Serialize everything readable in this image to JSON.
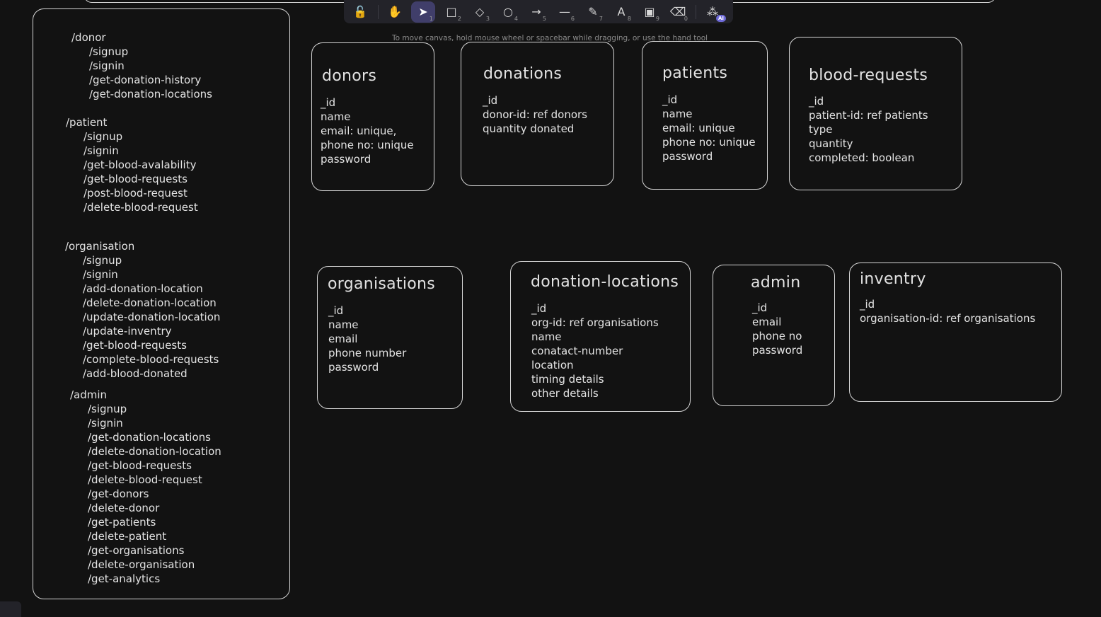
{
  "toolbar": {
    "tools": [
      {
        "name": "lock-icon",
        "glyph": "🔓",
        "key": ""
      },
      {
        "name": "hand-icon",
        "glyph": "✋",
        "key": ""
      },
      {
        "name": "selection-icon",
        "glyph": "➤",
        "key": "1"
      },
      {
        "name": "rectangle-icon",
        "glyph": "□",
        "key": "2"
      },
      {
        "name": "diamond-icon",
        "glyph": "◇",
        "key": "3"
      },
      {
        "name": "ellipse-icon",
        "glyph": "○",
        "key": "4"
      },
      {
        "name": "arrow-icon",
        "glyph": "→",
        "key": "5"
      },
      {
        "name": "line-icon",
        "glyph": "—",
        "key": "6"
      },
      {
        "name": "pencil-icon",
        "glyph": "✎",
        "key": "7"
      },
      {
        "name": "text-icon",
        "glyph": "A",
        "key": "8"
      },
      {
        "name": "image-icon",
        "glyph": "▣",
        "key": "9"
      },
      {
        "name": "eraser-icon",
        "glyph": "⌫",
        "key": "0"
      },
      {
        "name": "more-tools-icon",
        "glyph": "⁂",
        "key": ""
      }
    ],
    "active_tool": "selection-icon",
    "ai_badge": "AI"
  },
  "hint": "To move canvas, hold mouse wheel or spacebar while dragging, or use the hand tool",
  "routes": {
    "donor": {
      "title": "/donor",
      "items": [
        "/signup",
        "/signin",
        "/get-donation-history",
        "/get-donation-locations"
      ]
    },
    "patient": {
      "title": "/patient",
      "items": [
        "/signup",
        "/signin",
        "/get-blood-avalability",
        "/get-blood-requests",
        "/post-blood-request",
        "/delete-blood-request"
      ]
    },
    "organisation": {
      "title": "/organisation",
      "items": [
        "/signup",
        "/signin",
        "/add-donation-location",
        "/delete-donation-location",
        "/update-donation-location",
        "/update-inventry",
        "/get-blood-requests",
        "/complete-blood-requests",
        "/add-blood-donated"
      ]
    },
    "admin": {
      "title": "/admin",
      "items": [
        "/signup",
        "/signin",
        "/get-donation-locations",
        "/delete-donation-location",
        "/get-blood-requests",
        "/delete-blood-request",
        "/get-donors",
        "/delete-donor",
        "/get-patients",
        "/delete-patient",
        "/get-organisations",
        "/delete-organisation",
        "/get-analytics"
      ]
    }
  },
  "collections": {
    "donors": {
      "title": "donors",
      "fields": [
        "_id",
        "name",
        "email: unique,",
        "phone no: unique",
        "password"
      ]
    },
    "donations": {
      "title": "donations",
      "fields": [
        "_id",
        "donor-id: ref donors",
        "quantity donated"
      ]
    },
    "patients": {
      "title": "patients",
      "fields": [
        "_id",
        "name",
        "email: unique",
        "phone no: unique",
        "password"
      ]
    },
    "blood_requests": {
      "title": "blood-requests",
      "fields": [
        "_id",
        "patient-id: ref patients",
        "type",
        "quantity",
        "completed: boolean"
      ]
    },
    "organisations": {
      "title": "organisations",
      "fields": [
        "_id",
        "name",
        "email",
        "phone number",
        "password"
      ]
    },
    "donation_locations": {
      "title": "donation-locations",
      "fields": [
        "_id",
        "org-id: ref organisations",
        "name",
        "conatact-number",
        "location",
        "timing details",
        "other details"
      ]
    },
    "admin": {
      "title": "admin",
      "fields": [
        "_id",
        "email",
        "phone no",
        "password"
      ]
    },
    "inventry": {
      "title": "inventry",
      "fields": [
        "_id",
        "organisation-id: ref organisations"
      ]
    }
  }
}
